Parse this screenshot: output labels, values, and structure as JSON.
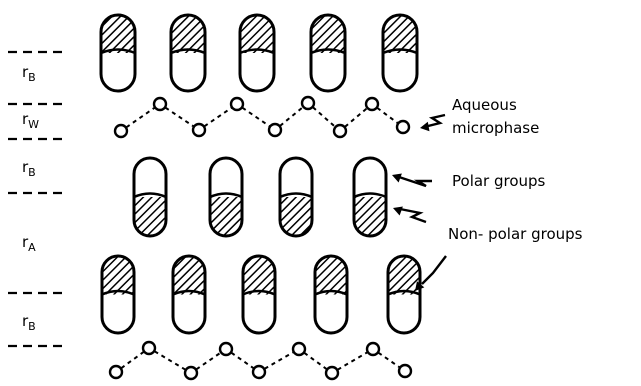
{
  "region_labels": {
    "b": {
      "base": "r",
      "sub": "B"
    },
    "w": {
      "base": "r",
      "sub": "W"
    },
    "a": {
      "base": "r",
      "sub": "A"
    }
  },
  "annotations": {
    "aqueous_line1": "Aqueous",
    "aqueous_line2": "microphase",
    "polar": "Polar groups",
    "nonpolar": "Non- polar groups"
  }
}
